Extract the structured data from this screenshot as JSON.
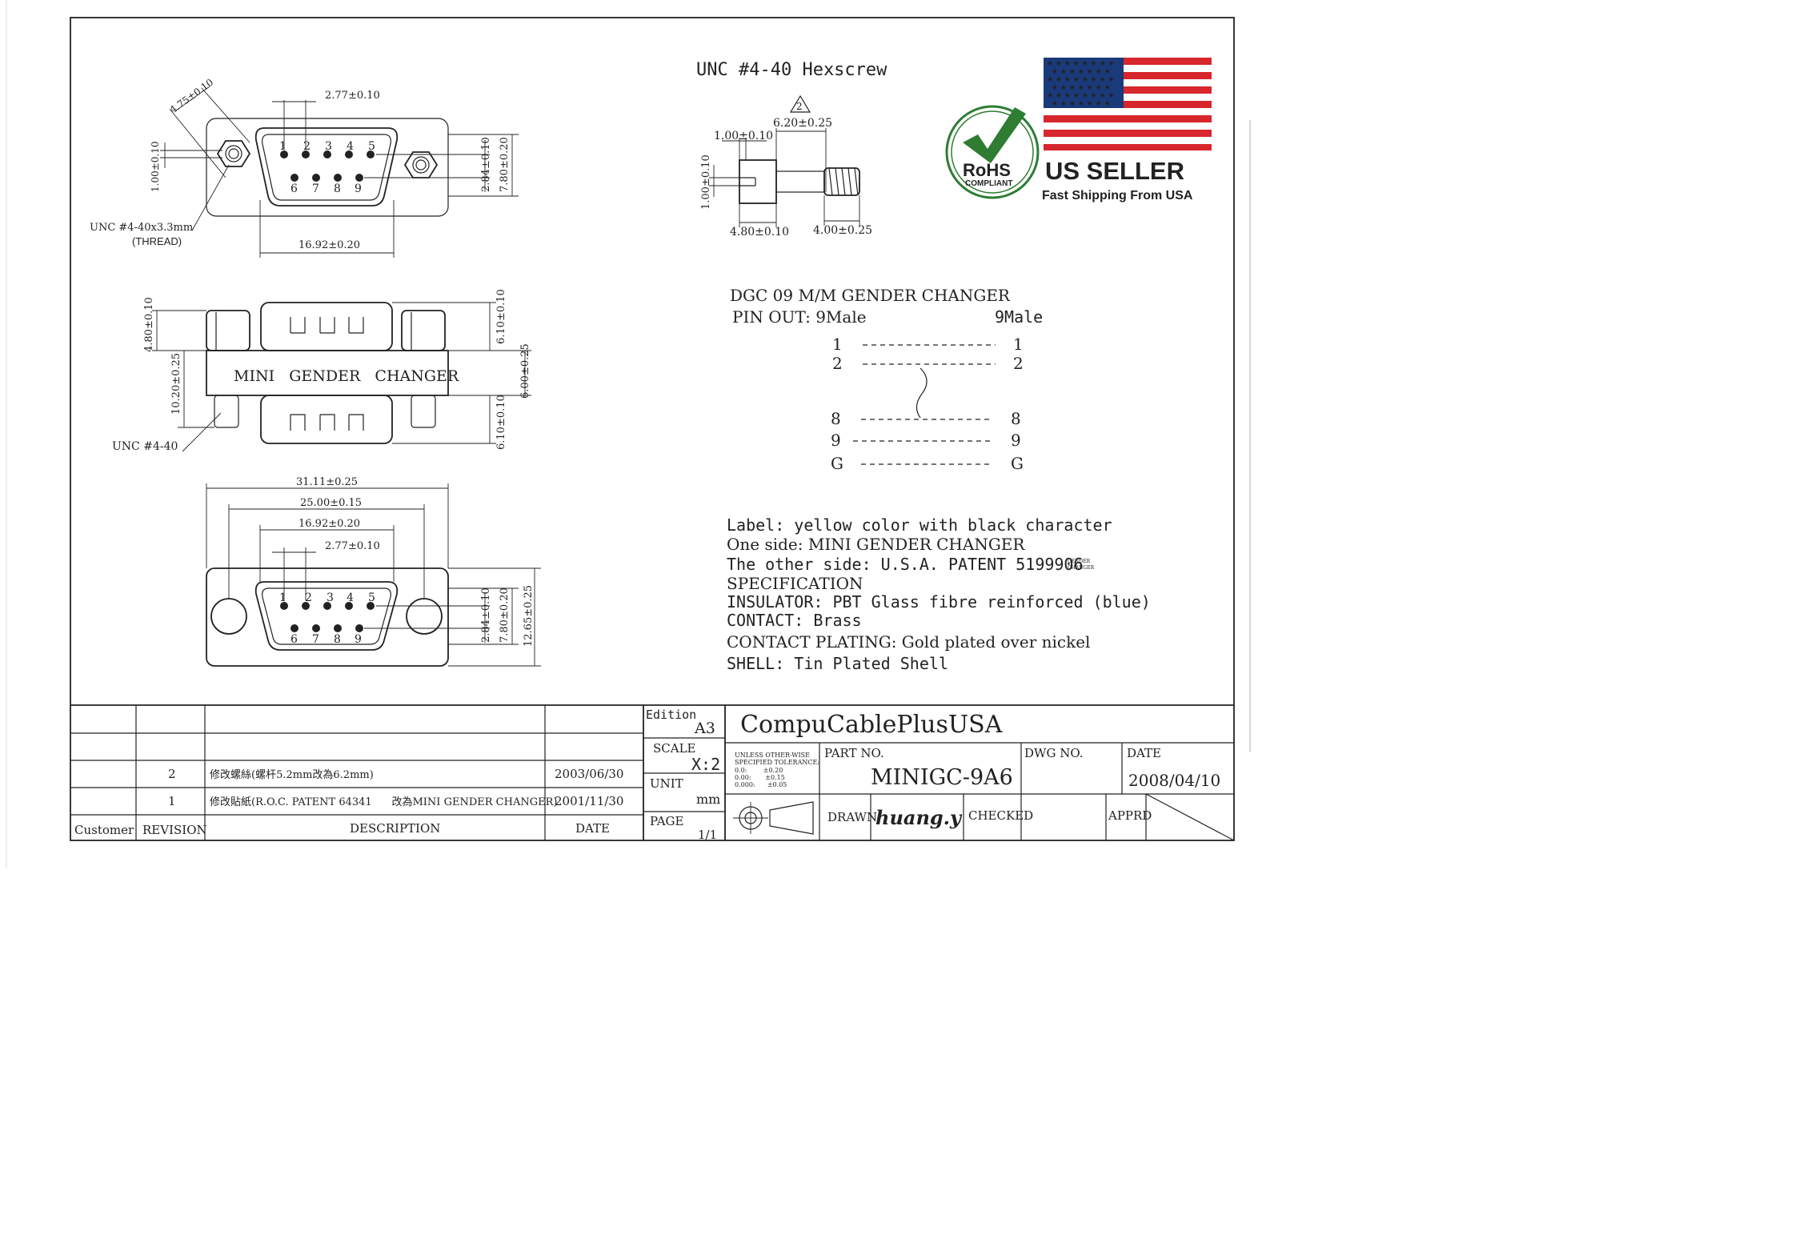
{
  "hexscrew_title": "UNC #4-40 Hexscrew",
  "front_view": {
    "dim_diag": "4.75±0.10",
    "dim_pitch": "2.77±0.10",
    "dim_hole": "1.00±0.10",
    "dim_row": "2.84±0.10",
    "dim_height": "7.80±0.20",
    "dim_width": "16.92±0.20",
    "pins_top": [
      "1",
      "2",
      "3",
      "4",
      "5"
    ],
    "pins_bottom": [
      "6",
      "7",
      "8",
      "9"
    ],
    "thread_line1": "UNC #4-40x3.3mm",
    "thread_line2": "(THREAD)"
  },
  "side_view": {
    "label": "MINI   GENDER   CHANGER",
    "dim_left_top": "4.80±0.10",
    "dim_left_body": "10.20±0.25",
    "dim_right_top": "6.10±0.10",
    "dim_right_mid": "6.00±0.25",
    "dim_right_bot": "6.10±0.10",
    "thread": "UNC #4-40"
  },
  "bottom_view": {
    "dim_total": "31.11±0.25",
    "dim_holes": "25.00±0.15",
    "dim_shell": "16.92±0.20",
    "dim_pitch": "2.77±0.10",
    "dim_row": "2.84±0.10",
    "dim_height": "7.80±0.20",
    "dim_flange": "12.65±0.25",
    "pins_top": [
      "1",
      "2",
      "3",
      "4",
      "5"
    ],
    "pins_bottom": [
      "6",
      "7",
      "8",
      "9"
    ]
  },
  "hexscrew": {
    "rev_mark": "2",
    "dim_len": "6.20±0.25",
    "dim_head": "1.00±0.10",
    "dim_slot": "1.00±0.10",
    "dim_hex": "4.80±0.10",
    "dim_thread": "4.00±0.25"
  },
  "badge": {
    "rohs_text": "RoHS",
    "rohs_sub": "COMPLIANT",
    "seller": "US SELLER",
    "shipping": "Fast Shipping From USA",
    "colors": {
      "green": "#2e7d32",
      "navy": "#1a3a7a",
      "red": "#d7262c",
      "dark": "#0d1f3c"
    }
  },
  "pinout": {
    "title": "DGC 09 M/M GENDER CHANGER",
    "heading": "PIN OUT: 9Male",
    "right_heading": "9Male",
    "rows": [
      {
        "left": "1",
        "right": "1"
      },
      {
        "left": "2",
        "right": "2"
      },
      {
        "left": "8",
        "right": "8"
      },
      {
        "left": "9",
        "right": "9"
      },
      {
        "left": "G",
        "right": "G"
      }
    ]
  },
  "spec": [
    "Label: yellow color with black character",
    "One side: MINI GENDER CHANGER",
    "The other side: U.S.A. PATENT 5199906",
    "SPECIFICATION",
    "INSULATOR: PBT Glass fibre reinforced (blue)",
    "CONTACT: Brass",
    "CONTACT PLATING: Gold plated over nickel",
    "SHELL: Tin Plated Shell"
  ],
  "spec_tiny": [
    "GENDER",
    "CHANGER"
  ],
  "title_block": {
    "rev_rows": [
      {
        "rev": "2",
        "desc": "修改螺絲(螺杆5.2mm改為6.2mm)",
        "date": "2003/06/30"
      },
      {
        "rev": "1",
        "desc": "修改貼紙(R.O.C. PATENT 64341      改為MINI GENDER CHANGER)",
        "date": "2001/11/30"
      }
    ],
    "headers": {
      "customer": "Customer",
      "revision": "REVISION",
      "description": "DESCRIPTION",
      "date": "DATE"
    },
    "edition_label": "Edition",
    "edition_value": "A3",
    "scale_label": "SCALE",
    "scale_value": "X:2",
    "unit_label": "UNIT",
    "unit_value": "mm",
    "page_label": "PAGE",
    "page_value": "1/1",
    "company": "CompuCablePlusUSA",
    "tolerance": [
      "UNLESS OTHER-WISE",
      "SPECIFIED TOLERANCE:",
      "0.0:        ±0.20",
      "0.00:       ±0.15",
      "0.000:      ±0.05"
    ],
    "part_no_label": "PART NO.",
    "part_no": "MINIGC-9A6",
    "dwg_no_label": "DWG NO.",
    "date_label": "DATE",
    "date_value": "2008/04/10",
    "drawn_label": "DRAWN",
    "drawn_by": "huang.y",
    "checked_label": "CHECKED",
    "apprd_label": "APPRD"
  }
}
